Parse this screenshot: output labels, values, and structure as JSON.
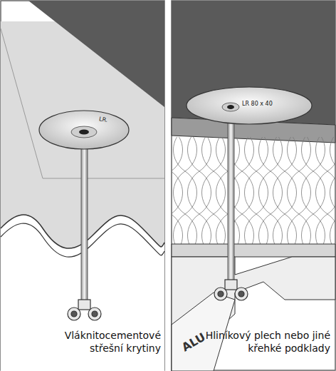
{
  "diagram": {
    "labels": [
      "LR.",
      "LR 80 x 40",
      "ALU",
      "Vláknitocementové střešní krytiny",
      "Hliníkový plech nebo jiné křehké podklady"
    ]
  }
}
